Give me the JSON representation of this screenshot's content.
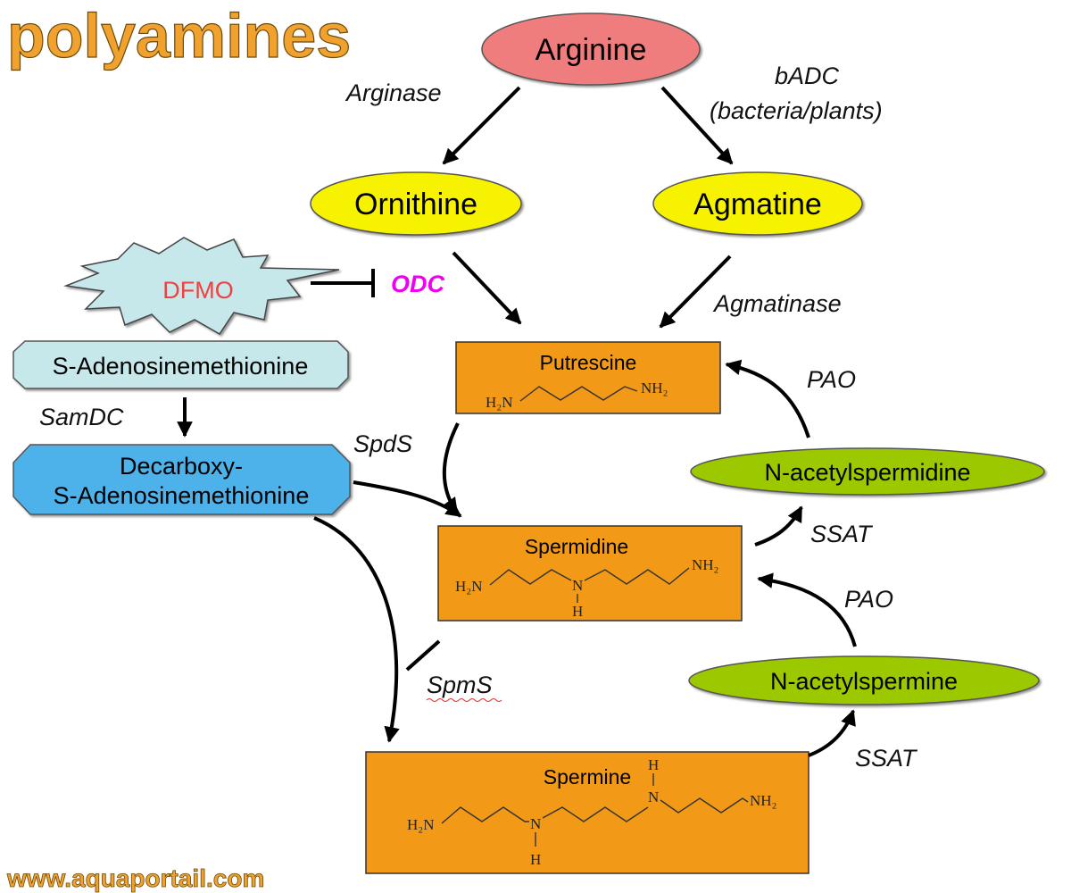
{
  "title": "polyamines",
  "footer": "www.aquaportail.com",
  "colors": {
    "title": "#F0A12E",
    "arginine": "#F07D7D",
    "yellow_node": "#F6F200",
    "inhibitor_text": "#F04040",
    "odc_text": "#F000F0",
    "sam_node": "#C7E8EA",
    "dcsam_node": "#4DB1EA",
    "polyamine_box": "#F29A17",
    "acetyl_node": "#9CC800"
  },
  "nodes": {
    "arginine": "Arginine",
    "ornithine": "Ornithine",
    "agmatine": "Agmatine",
    "dfmo": "DFMO",
    "odc": "ODC",
    "sam": "S-Adenosinemethionine",
    "dcsam_line1": "Decarboxy-",
    "dcsam_line2": "S-Adenosinemethionine",
    "putrescine": "Putrescine",
    "spermidine": "Spermidine",
    "spermine": "Spermine",
    "n_acetylspermidine": "N-acetylspermidine",
    "n_acetylspermine": "N-acetylspermine"
  },
  "enzymes": {
    "arginase": "Arginase",
    "badc_line1": "bADC",
    "badc_line2": "(bacteria/plants)",
    "agmatinase": "Agmatinase",
    "samdc": "SamDC",
    "spds": "SpdS",
    "spms": "SpmS",
    "pao_upper": "PAO",
    "ssat_upper": "SSAT",
    "pao_lower": "PAO",
    "ssat_lower": "SSAT"
  },
  "structures": {
    "h2n": "H₂N",
    "nh2": "NH₂",
    "n": "N",
    "h": "H"
  }
}
